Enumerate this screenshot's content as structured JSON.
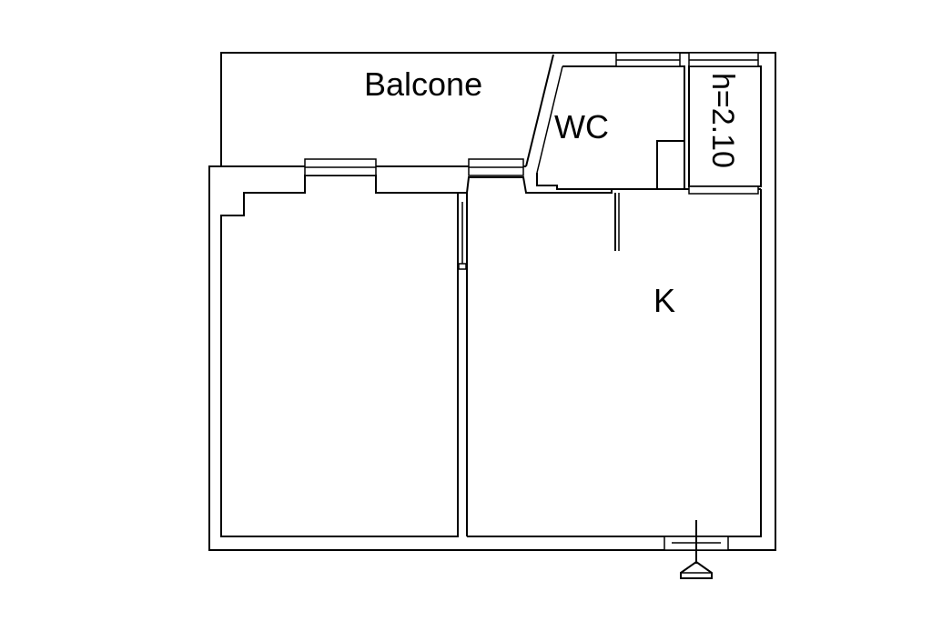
{
  "rooms": {
    "balcony_label": "Balcone",
    "wc_label": "WC",
    "kitchen_label": "K",
    "height_note": "h=2.10"
  },
  "symbols": {
    "entrance": "entrance-arrow-icon"
  },
  "colors": {
    "wall": "#000000",
    "background": "#ffffff"
  }
}
